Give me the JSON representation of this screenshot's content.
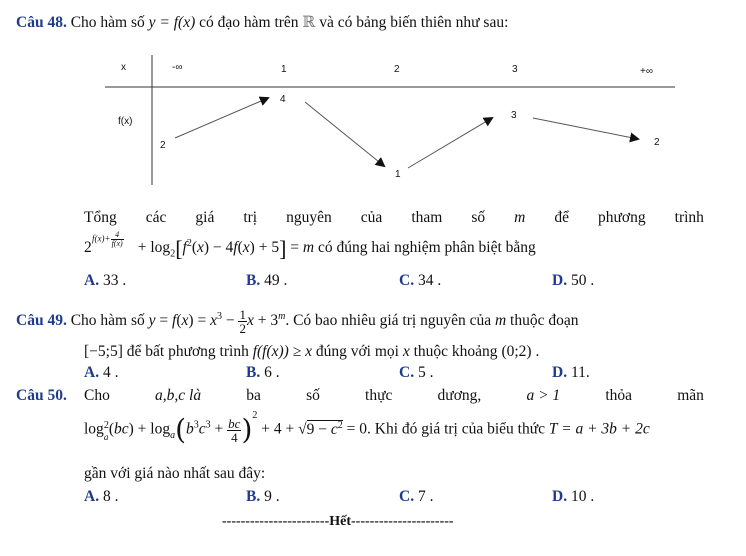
{
  "q48": {
    "num": "Câu 48.",
    "intro_1": "Cho hàm số",
    "intro_func": "y = f(x)",
    "intro_2": "có đạo hàm trên",
    "R": "ℝ",
    "intro_3": "và có bảng biến thiên như sau:",
    "table": {
      "x_label": "x",
      "fx_label": "f(x)",
      "x_values": [
        "-∞",
        "1",
        "2",
        "3",
        "+∞"
      ],
      "f_values": [
        "2",
        "4",
        "1",
        "3",
        "2"
      ]
    },
    "text_line1": [
      "Tổng",
      "các",
      "giá",
      "trị",
      "nguyên",
      "của",
      "tham",
      "số",
      "m",
      "để",
      "phương",
      "trình"
    ],
    "eq_tail": "có đúng hai nghiệm phân biệt bằng",
    "options": [
      {
        "letter": "A.",
        "value": "33 ."
      },
      {
        "letter": "B.",
        "value": "49 ."
      },
      {
        "letter": "C.",
        "value": "34 ."
      },
      {
        "letter": "D.",
        "value": "50 ."
      }
    ]
  },
  "q49": {
    "num": "Câu 49.",
    "text_1": "Cho hàm số",
    "text_2": ". Có bao nhiêu giá trị nguyên của",
    "m": "m",
    "text_3": "thuộc đoạn",
    "interval": "[−5;5]",
    "text_4": "để bất phương trình",
    "ineq": "f(f(x)) ≥ x",
    "text_5": "đúng với mọi",
    "x": "x",
    "text_6": "thuộc khoảng",
    "range": "(0;2) .",
    "options": [
      {
        "letter": "A.",
        "value": "4 ."
      },
      {
        "letter": "B.",
        "value": "6 ."
      },
      {
        "letter": "C.",
        "value": "5 ."
      },
      {
        "letter": "D.",
        "value": "11."
      }
    ]
  },
  "q50": {
    "num": "Câu 50.",
    "line1": [
      "Cho",
      "a,b,c là",
      "ba",
      "số",
      "thực",
      "dương,",
      "a > 1",
      "thỏa",
      "mãn"
    ],
    "eq_tail_1": ". Khi đó giá trị của biểu thức",
    "expr": "T = a + 3b + 2c",
    "line3": "gần với giá nào nhất sau đây:",
    "options": [
      {
        "letter": "A.",
        "value": "8 ."
      },
      {
        "letter": "B.",
        "value": "9 ."
      },
      {
        "letter": "C.",
        "value": "7 ."
      },
      {
        "letter": "D.",
        "value": "10 ."
      }
    ]
  },
  "footer": "-----------------------Hết----------------------"
}
